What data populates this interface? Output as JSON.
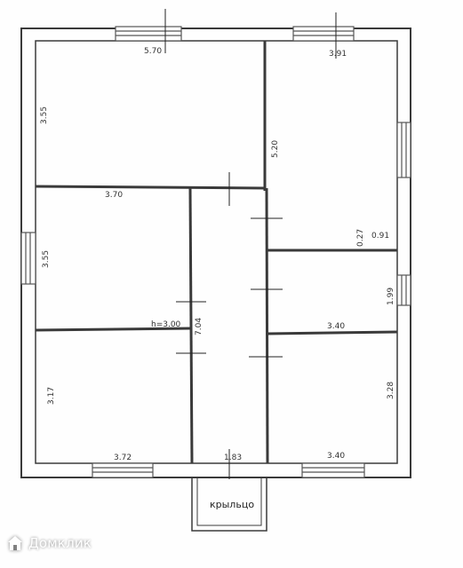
{
  "dimensions": {
    "top_left_wall": "5.70",
    "top_right_wall": "3.91",
    "left_upper_room": "3.55",
    "vertical_partition": "5.20",
    "middle_left_wall": "3.70",
    "left_middle_room": "3.55",
    "small_offset_a": "0.27",
    "small_offset_b": "0.91",
    "right_small_room": "1.99",
    "ceiling_height": "h=3.00",
    "corridor_length": "7.04",
    "right_room_top": "3.40",
    "left_lower_room": "3.17",
    "right_lower_room": "3.28",
    "bottom_left_wall": "3.72",
    "bottom_corridor": "1.83",
    "bottom_right_wall": "3.40"
  },
  "porch": {
    "label": "крыльцо"
  },
  "watermark": {
    "text": "Домклик",
    "icon": "domklik-logo-icon"
  },
  "colors": {
    "wall": "#3a3a3a",
    "window": "#555555",
    "background": "#ffffff"
  }
}
